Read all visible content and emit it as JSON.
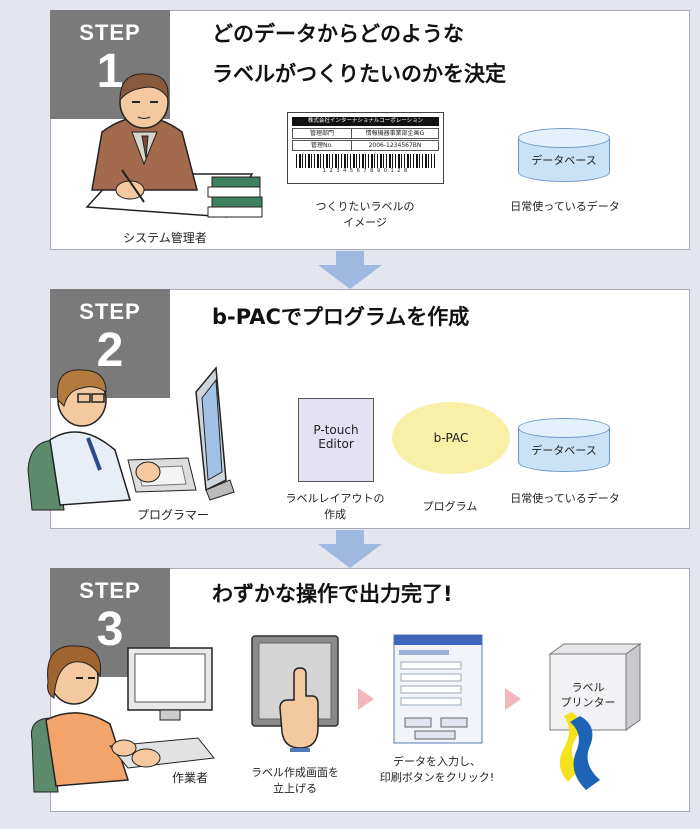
{
  "steps": [
    {
      "word": "STEP",
      "num": "1",
      "title_line1": "どのデータからどのような",
      "title_line2": "ラベルがつくりたいのかを決定",
      "person_caption": "システム管理者",
      "label_sample": {
        "company": "株式会社インターナショナルコーポレーション",
        "row1_key": "管理部門",
        "row1_val": "情報機器事業部企画G",
        "row2_key": "管理No.",
        "row2_val": "2006-1234567BN",
        "barcode_digits": "1 2 3 4 5 6 7 8 9 0 1 2 8"
      },
      "label_caption_line1": "つくりたいラベルの",
      "label_caption_line2": "イメージ",
      "db_label": "データベース",
      "db_caption": "日常使っているデータ"
    },
    {
      "word": "STEP",
      "num": "2",
      "title": "b-PACでプログラムを作成",
      "person_caption": "プログラマー",
      "editor_line1": "P-touch",
      "editor_line2": "Editor",
      "editor_caption_line1": "ラベルレイアウトの",
      "editor_caption_line2": "作成",
      "bpac_label": "b-PAC",
      "bpac_caption": "プログラム",
      "db_label": "データベース",
      "db_caption": "日常使っているデータ"
    },
    {
      "word": "STEP",
      "num": "3",
      "title": "わずかな操作で出力完了!",
      "person_caption": "作業者",
      "screen_caption_line1": "ラベル作成画面を",
      "screen_caption_line2": "立上げる",
      "form_caption_line1": "データを入力し、",
      "form_caption_line2": "印刷ボタンをクリック!",
      "printer_line1": "ラベル",
      "printer_line2": "プリンター"
    }
  ],
  "colors": {
    "background": "#e3e5ef",
    "step_badge": "#7a7a7a",
    "down_arrow": "#9fb8df",
    "side_arrow": "#f2b7bd",
    "db_fill": "#c9e2f6",
    "editor_fill": "#e4e2f2",
    "bpac_fill": "#f8f0a6"
  }
}
